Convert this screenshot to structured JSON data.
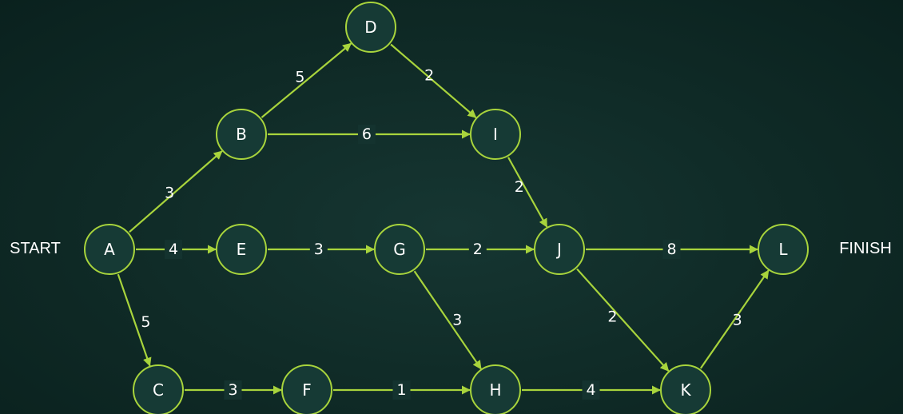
{
  "colors": {
    "edge": "#a8d43c",
    "background": "#0f2a26",
    "text": "#ffffff"
  },
  "labels": {
    "start": "START",
    "finish": "FINISH"
  },
  "nodes": [
    {
      "id": "A",
      "label": "A"
    },
    {
      "id": "B",
      "label": "B"
    },
    {
      "id": "C",
      "label": "C"
    },
    {
      "id": "D",
      "label": "D"
    },
    {
      "id": "E",
      "label": "E"
    },
    {
      "id": "F",
      "label": "F"
    },
    {
      "id": "G",
      "label": "G"
    },
    {
      "id": "H",
      "label": "H"
    },
    {
      "id": "I",
      "label": "I"
    },
    {
      "id": "J",
      "label": "J"
    },
    {
      "id": "K",
      "label": "K"
    },
    {
      "id": "L",
      "label": "L"
    }
  ],
  "edges": [
    {
      "from": "A",
      "to": "B",
      "weight": "3"
    },
    {
      "from": "A",
      "to": "E",
      "weight": "4"
    },
    {
      "from": "A",
      "to": "C",
      "weight": "5"
    },
    {
      "from": "B",
      "to": "D",
      "weight": "5"
    },
    {
      "from": "B",
      "to": "I",
      "weight": "6"
    },
    {
      "from": "D",
      "to": "I",
      "weight": "2"
    },
    {
      "from": "I",
      "to": "J",
      "weight": "2"
    },
    {
      "from": "E",
      "to": "G",
      "weight": "3"
    },
    {
      "from": "G",
      "to": "J",
      "weight": "2"
    },
    {
      "from": "G",
      "to": "H",
      "weight": "3"
    },
    {
      "from": "C",
      "to": "F",
      "weight": "3"
    },
    {
      "from": "F",
      "to": "H",
      "weight": "1"
    },
    {
      "from": "H",
      "to": "K",
      "weight": "4"
    },
    {
      "from": "J",
      "to": "L",
      "weight": "8"
    },
    {
      "from": "J",
      "to": "K",
      "weight": "2"
    },
    {
      "from": "K",
      "to": "L",
      "weight": "3"
    }
  ]
}
